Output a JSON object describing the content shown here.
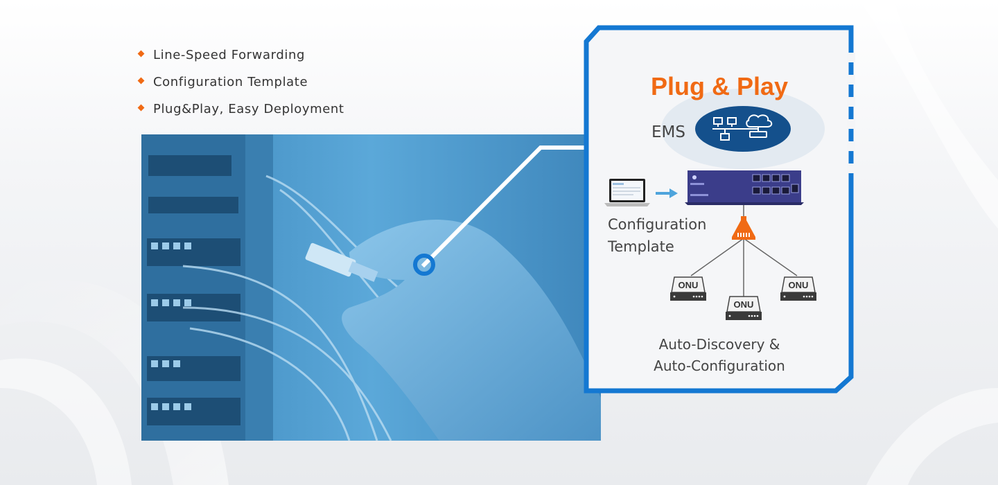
{
  "features": [
    {
      "label": "Line-Speed Forwarding"
    },
    {
      "label": "Configuration Template"
    },
    {
      "label": "Plug&Play, Easy Deployment"
    }
  ],
  "panel": {
    "title": "Plug & Play",
    "ems_label": "EMS",
    "config_label_line1": "Configuration",
    "config_label_line2": "Template",
    "onus": [
      {
        "label": "ONU"
      },
      {
        "label": "ONU"
      },
      {
        "label": "ONU"
      }
    ],
    "auto_label_line1": "Auto-Discovery &",
    "auto_label_line2": "Auto-Configuration"
  },
  "colors": {
    "accent_orange": "#f06a14",
    "frame_blue": "#1478d2",
    "ems_navy": "#14508c",
    "photo_blue": "#4e9fd3",
    "text_gray": "#333333"
  },
  "icons": [
    "diamond-bullet-icon",
    "network-cloud-icon",
    "laptop-icon",
    "arrow-right-icon",
    "olt-device-icon",
    "splitter-icon",
    "onu-device-icon"
  ]
}
